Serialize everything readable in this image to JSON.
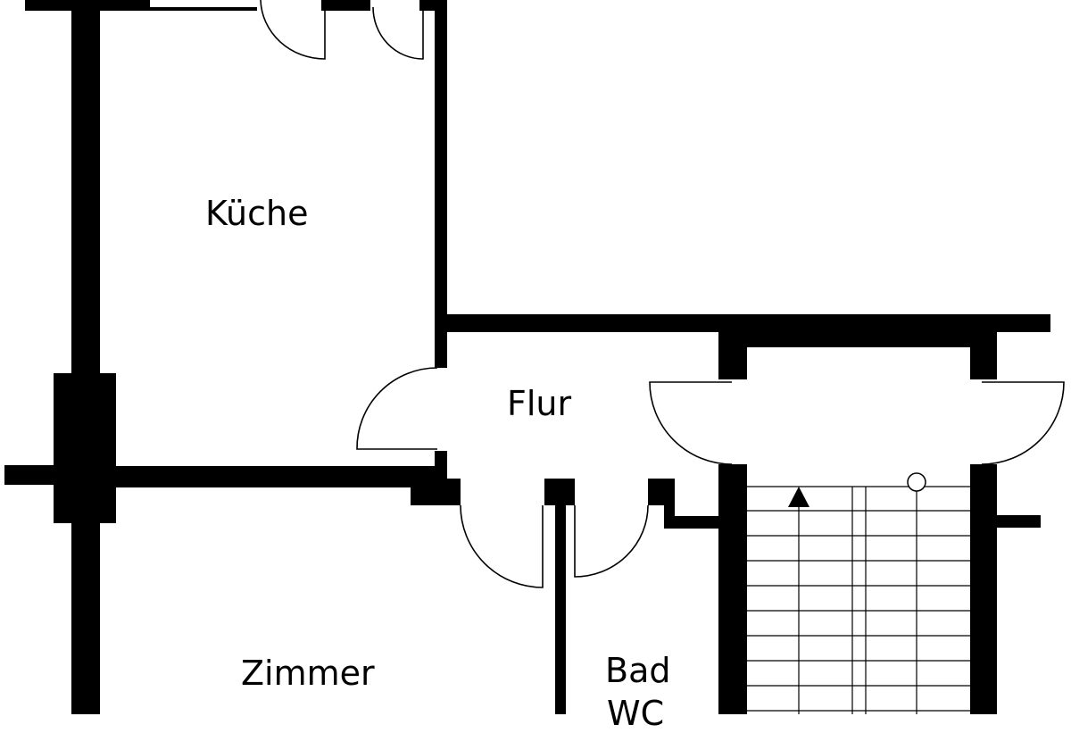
{
  "plan": {
    "rooms": {
      "kueche": "Küche",
      "flur": "Flur",
      "zimmer": "Zimmer",
      "bad": "Bad",
      "wc": "WC"
    },
    "colors": {
      "wall": "#000000",
      "background": "#ffffff"
    },
    "icons": {
      "stair_arrow": "up-arrow-icon",
      "stair_marker": "circle-icon"
    }
  }
}
